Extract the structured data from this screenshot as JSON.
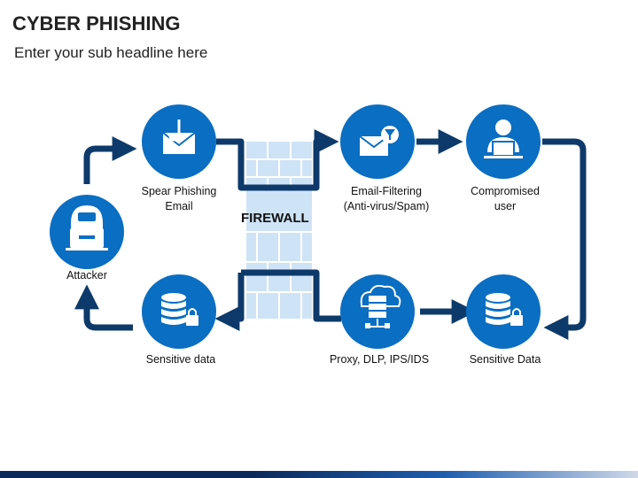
{
  "header": {
    "title": "CYBER PHISHING",
    "subtitle": "Enter your sub headline here"
  },
  "firewall": {
    "label": "FIREWALL"
  },
  "nodes": {
    "attacker": {
      "label": "Attacker",
      "icon": "hacker-laptop-icon"
    },
    "spear_phishing": {
      "label_line1": "Spear Phishing",
      "label_line2": "Email",
      "icon": "phishing-email-hook-icon"
    },
    "email_filtering": {
      "label_line1": "Email-Filtering",
      "label_line2": "(Anti-virus/Spam)",
      "icon": "email-filter-icon"
    },
    "compromised": {
      "label_line1": "Compromised",
      "label_line2": "user",
      "icon": "user-at-laptop-icon"
    },
    "sensitive_data_right": {
      "label": "Sensitive Data",
      "icon": "database-lock-icon"
    },
    "proxy": {
      "label": "Proxy, DLP, IPS/IDS",
      "icon": "cloud-server-icon"
    },
    "sensitive_data_left": {
      "label": "Sensitive data",
      "icon": "database-lock-icon"
    }
  },
  "colors": {
    "circle": "#0a6ec2",
    "arrow": "#0d3a6a",
    "wall": "#cfe3f6",
    "wall_line": "#ffffff"
  }
}
